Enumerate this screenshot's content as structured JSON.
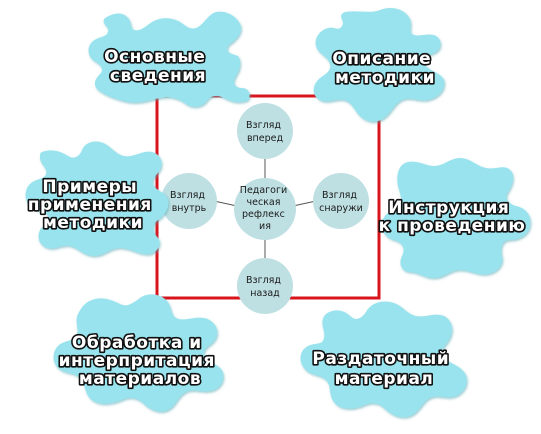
{
  "colors": {
    "puzzle_fill": "#98e3ed",
    "puzzle_shade": "#7fd0dc",
    "circle_fill": "#bfe0e3",
    "frame_stroke": "#d8141c",
    "connector": "#555555"
  },
  "puzzles": {
    "basic_info": {
      "line1": "Основные",
      "line2": "сведения"
    },
    "method_description": {
      "line1": "Описание",
      "line2": "методики"
    },
    "examples": {
      "line1": "Примеры",
      "line2": "применения",
      "line3": "методики"
    },
    "instructions": {
      "line1": "Инструкция",
      "line2": "к проведению"
    },
    "processing": {
      "line1": "Обработка и",
      "line2": "интерпритация",
      "line3": "материалов"
    },
    "handout": {
      "line1": "Раздаточный",
      "line2": "материал"
    }
  },
  "center": {
    "line1": "Педагоги",
    "line2": "ческая",
    "line3": "рефлекс",
    "line4": "ия"
  },
  "circles": {
    "forward": {
      "line1": "Взгляд",
      "line2": "вперед"
    },
    "inside": {
      "line1": "Взгляд",
      "line2": "внутрь"
    },
    "outside": {
      "line1": "Взгляд",
      "line2": "снаружи"
    },
    "back": {
      "line1": "Взгляд",
      "line2": "назад"
    }
  }
}
